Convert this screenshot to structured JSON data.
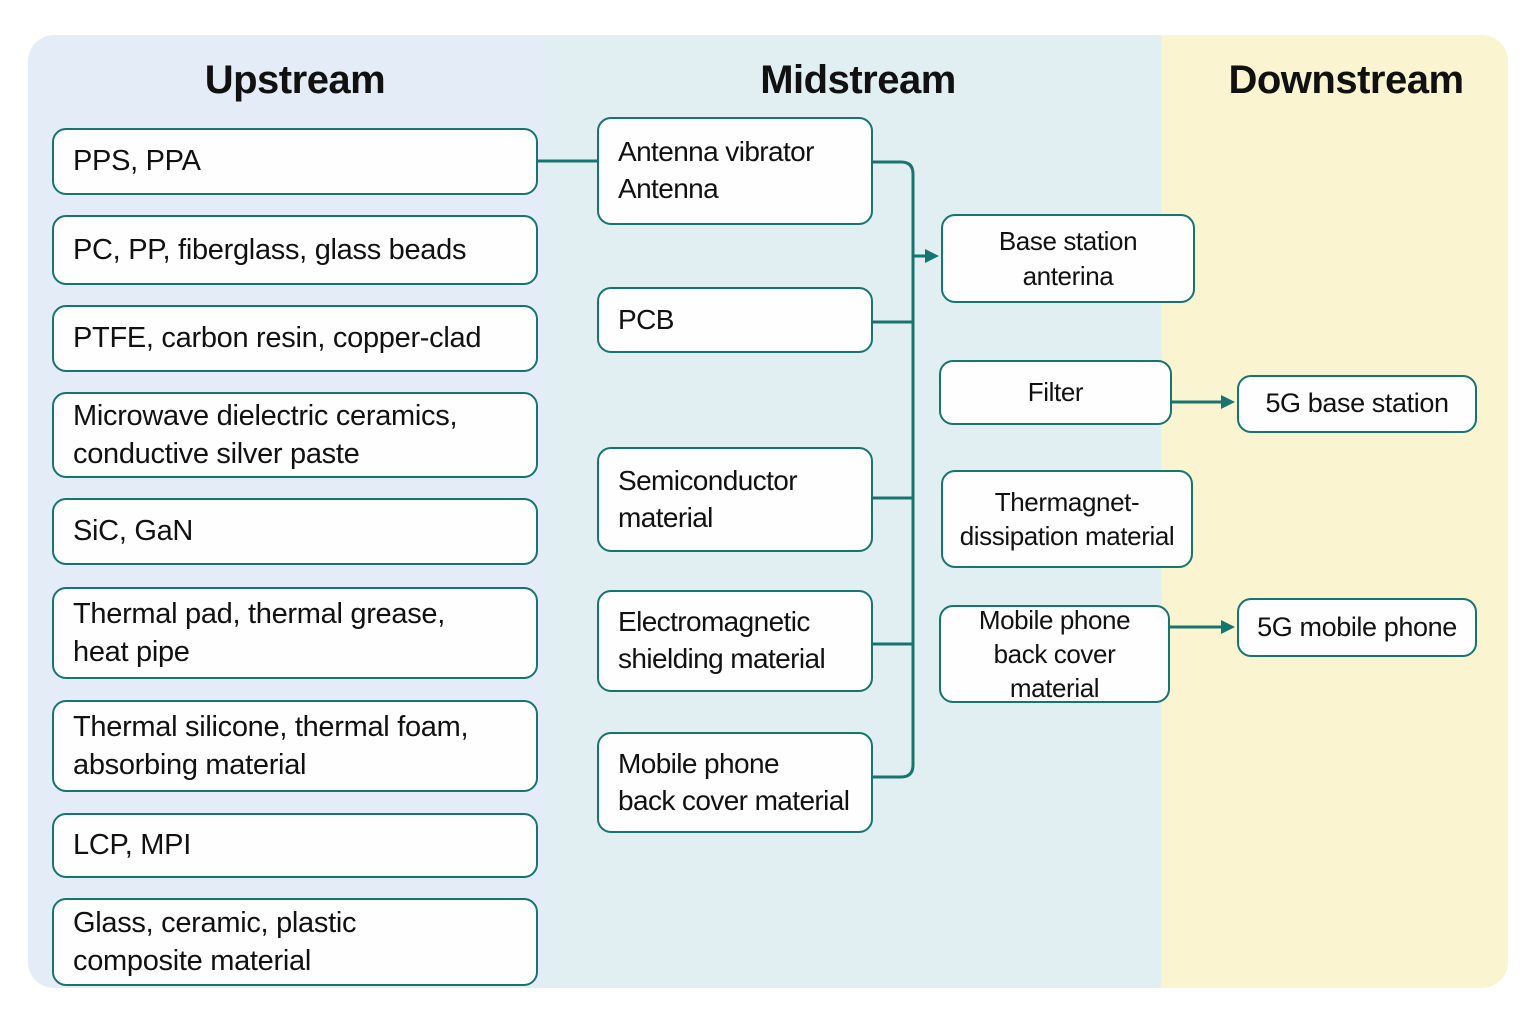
{
  "colors": {
    "accent": "#16756e",
    "upstream_bg": "#e4edf7",
    "midstream_bg": "#e2eff2",
    "downstream_bg": "#faf4d0",
    "box_bg": "#fefefe",
    "text": "#111111"
  },
  "columns": {
    "upstream": {
      "title": "Upstream",
      "items": [
        "PPS, PPA",
        "PC, PP, fiberglass, glass beads",
        "PTFE, carbon resin, copper-clad",
        "Microwave dielectric ceramics,\nconductive silver paste",
        "SiC, GaN",
        "Thermal pad, thermal grease,\nheat pipe",
        "Thermal silicone, thermal foam,\nabsorbing material",
        "LCP, MPI",
        "Glass, ceramic, plastic\ncomposite material"
      ]
    },
    "midstream": {
      "title": "Midstream",
      "items": [
        "Antenna vibrator\nAntenna",
        "PCB",
        "Semiconductor\nmaterial",
        "Electromagnetic\nshielding material",
        "Mobile phone\nback cover material"
      ]
    },
    "components": {
      "items": [
        "Base station\nanterina",
        "Filter",
        "Thermagnet-\ndissipation material",
        "Mobile phone\nback cover material"
      ]
    },
    "downstream": {
      "title": "Downstream",
      "items": [
        "5G base station",
        "5G mobile phone"
      ]
    }
  }
}
